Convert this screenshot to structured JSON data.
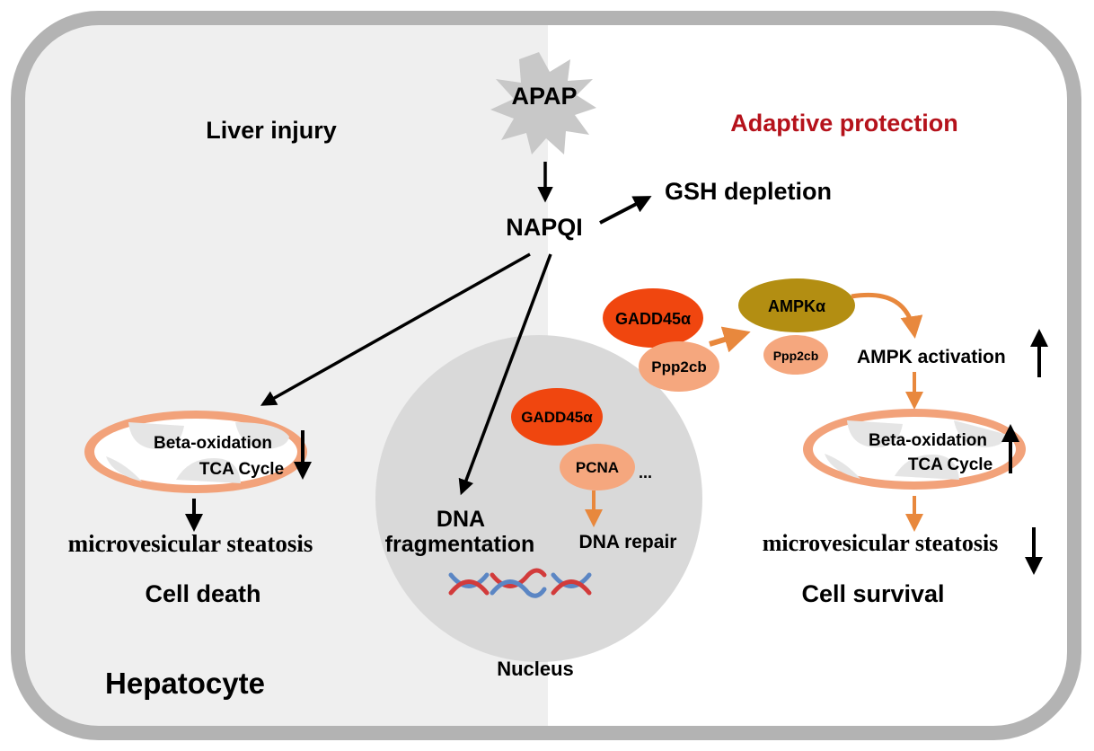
{
  "labels": {
    "apap": "APAP",
    "liver_injury": "Liver injury",
    "adaptive_protection": "Adaptive protection",
    "napqi": "NAPQI",
    "gsh_depletion": "GSH depletion",
    "gadd45a": "GADD45α",
    "ampka": "AMPKα",
    "ppp2cb": "Ppp2cb",
    "ampk_activation": "AMPK activation",
    "beta_oxidation": "Beta-oxidation",
    "tca_cycle": "TCA Cycle",
    "microvesicular_steatosis": "microvesicular steatosis",
    "cell_death": "Cell death",
    "cell_survival": "Cell survival",
    "pcna": "PCNA",
    "ellipsis": "...",
    "dna": "DNA",
    "fragmentation": "fragmentation",
    "dna_repair": "DNA repair",
    "nucleus": "Nucleus",
    "hepatocyte": "Hepatocyte"
  },
  "colors": {
    "injury_text": "#000000",
    "protection_text": "#b5121b",
    "gadd45a_fill": "#f0460f",
    "ampka_fill": "#b38e12",
    "ppp2cb_fill": "#f5a77e",
    "mito_outer": "#f2a27a",
    "orange_arrow": "#e8883d",
    "nucleus_fill": "#d9d9d9",
    "left_panel": "#f0f0f0",
    "border": "#b3b3b3"
  }
}
